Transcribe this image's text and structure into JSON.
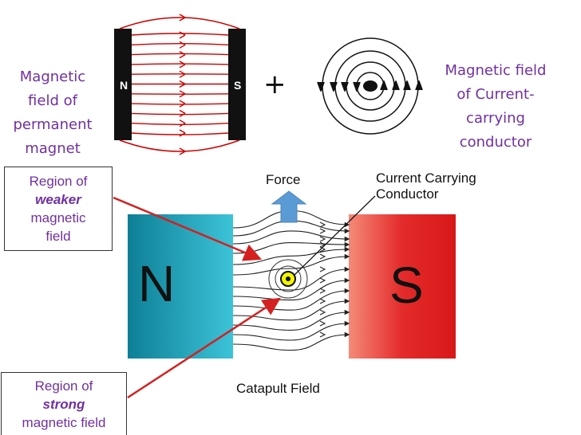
{
  "top": {
    "left_label": [
      "Magnetic",
      "field of",
      "permanent",
      "magnet"
    ],
    "plus": "+",
    "right_label": [
      "Magnetic field",
      "of Current-",
      "carrying",
      "conductor"
    ],
    "magnet_n": "N",
    "magnet_s": "S"
  },
  "bottom": {
    "force_label": "Force",
    "conductor_label_1": "Current Carrying",
    "conductor_label_2": "Conductor",
    "n_label": "N",
    "s_label": "S",
    "caption": "Catapult Field",
    "weaker_box": {
      "line1": "Region of",
      "line2": "weaker",
      "line3": "magnetic",
      "line4": "field"
    },
    "strong_box": {
      "line1": "Region of",
      "line2": "strong",
      "line3": "magnetic field"
    }
  },
  "colors": {
    "field_red": "#cc0000",
    "label_purple": "#7030a0",
    "north_teal": "#1aa0b8",
    "south_red": "#e02020",
    "force_arrow": "#5b9bd5"
  }
}
